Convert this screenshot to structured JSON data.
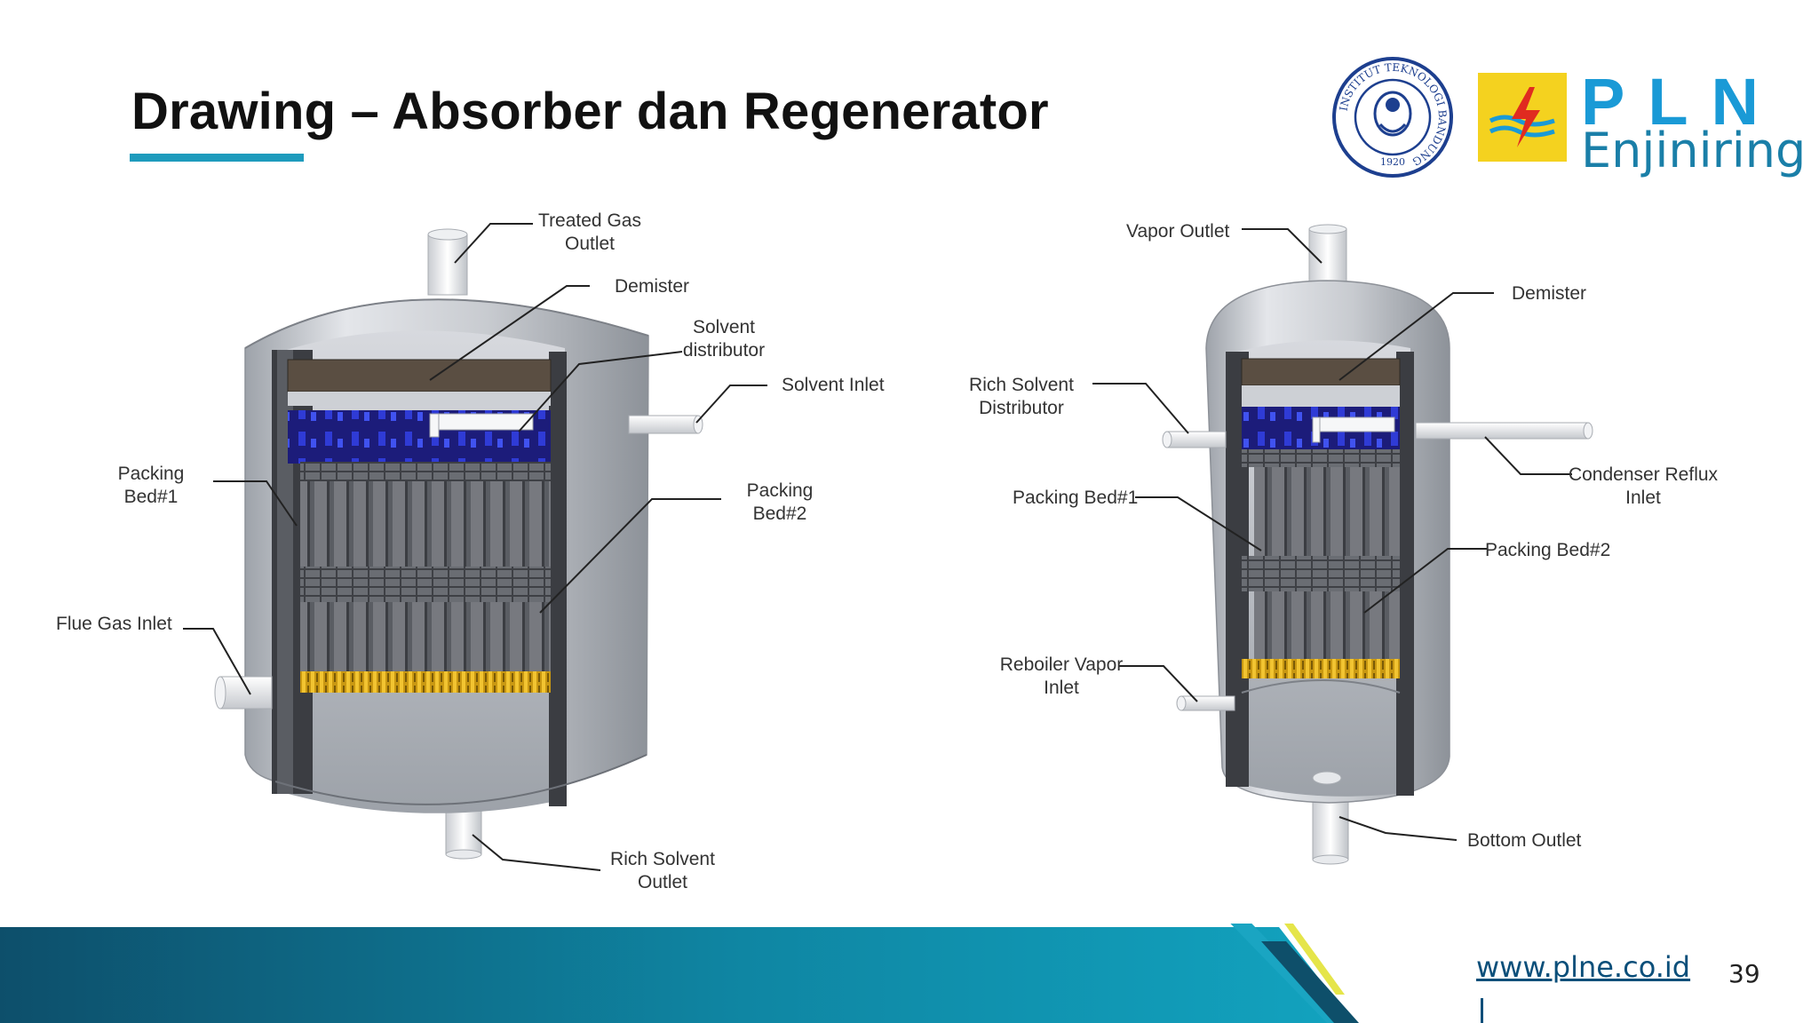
{
  "slide": {
    "title": "Drawing – Absorber dan Regenerator",
    "page_number": "39",
    "url": "www.plne.co.id"
  },
  "logos": {
    "itb_ring_text": "INSTITUT TEKNOLOGI BANDUNG",
    "itb_year": "1920",
    "pln_top": "PLN",
    "pln_bottom": "Enjiniring"
  },
  "absorber": {
    "treated_gas_outlet": [
      "Treated Gas",
      "Outlet"
    ],
    "demister": "Demister",
    "solvent_distributor": [
      "Solvent",
      "distributor"
    ],
    "solvent_inlet": "Solvent Inlet",
    "packing_bed_1": [
      "Packing",
      "Bed#1"
    ],
    "packing_bed_2": [
      "Packing",
      "Bed#2"
    ],
    "flue_gas_inlet": "Flue Gas Inlet",
    "rich_solvent_outlet": [
      "Rich Solvent",
      "Outlet"
    ]
  },
  "regenerator": {
    "vapor_outlet": "Vapor Outlet",
    "demister": "Demister",
    "rich_solvent_distributor": [
      "Rich Solvent",
      "Distributor"
    ],
    "condenser_reflux_inlet": [
      "Condenser Reflux",
      "Inlet"
    ],
    "packing_bed_1": "Packing Bed#1",
    "packing_bed_2": "Packing Bed#2",
    "reboiler_vapor_inlet": [
      "Reboiler Vapor",
      "Inlet"
    ],
    "bottom_outlet": "Bottom Outlet"
  },
  "colors": {
    "accent": "#1e9bbd",
    "footer_dark": "#0d4f6b",
    "footer_light": "#12a3bf",
    "pln_blue": "#1a9ad6",
    "pln_yellow": "#f4d21f"
  }
}
